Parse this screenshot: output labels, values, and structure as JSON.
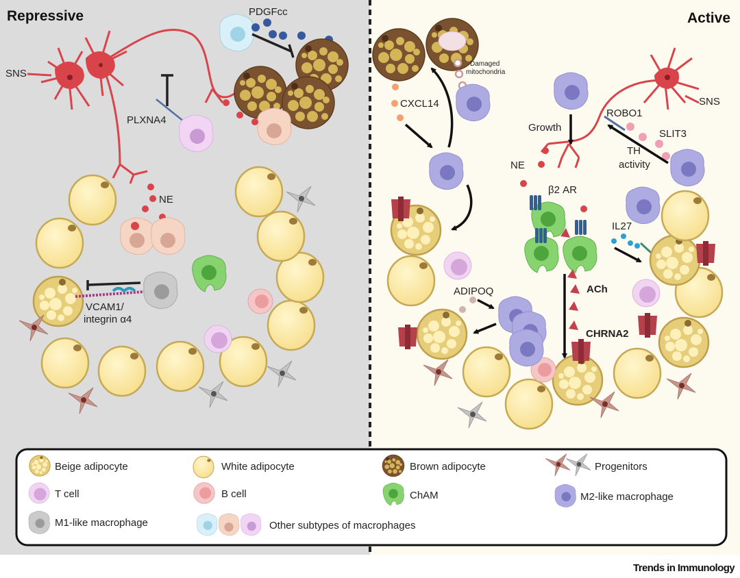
{
  "panels": {
    "left": {
      "title": "Repressive",
      "background": "#dcdcdc"
    },
    "right": {
      "title": "Active",
      "background": "#fdfaef"
    }
  },
  "left_labels": {
    "sns": "SNS",
    "pdgfcc": "PDGFcc",
    "plxna4": "PLXNA4",
    "ne": "NE",
    "vcam1_line1": "VCAM1/",
    "vcam1_line2": "integrin α4"
  },
  "right_labels": {
    "damaged_line1": "Damaged",
    "damaged_line2": "mitochondria",
    "cxcl14": "CXCL14",
    "growth": "Growth",
    "robo1": "ROBO1",
    "sns": "SNS",
    "slit3": "SLIT3",
    "th_line1": "TH",
    "th_line2": "activity",
    "ne": "NE",
    "b2ar": "β2 AR",
    "il27": "IL27",
    "ach": "ACh",
    "adipoq": "ADIPOQ",
    "chrna2": "CHRNA2"
  },
  "legend": {
    "items": [
      {
        "key": "beige",
        "label": "Beige adipocyte"
      },
      {
        "key": "white",
        "label": "White adipocyte"
      },
      {
        "key": "brown",
        "label": "Brown adipocyte"
      },
      {
        "key": "progenitors",
        "label": "Progenitors"
      },
      {
        "key": "tcell",
        "label": "T cell"
      },
      {
        "key": "bcell",
        "label": "B cell"
      },
      {
        "key": "cham",
        "label": "ChAM"
      },
      {
        "key": "m2",
        "label": "M2-like macrophage"
      },
      {
        "key": "m1",
        "label": "M1-like macrophage"
      },
      {
        "key": "other",
        "label": "Other subtypes of macrophages"
      }
    ]
  },
  "colors": {
    "neuron": "#d9434a",
    "white_adipocyte": "#fbe8a6",
    "adipocyte_border": "#c9ad5b",
    "brown_adipocyte": "#7a5230",
    "lipid": "#d6b95a",
    "m2_macrophage": "#a9a7e0",
    "m1_macrophage": "#c4c4c4",
    "cham": "#86d36f",
    "tcell": "#ecc7ee",
    "bcell": "#f1b4b4",
    "other_macrophage_blue": "#d5eef7",
    "other_macrophage_peach": "#f5cfbd",
    "receptor_blue": "#2f5f9a",
    "channel_red": "#b5414b"
  },
  "credit": "Trends in Immunology"
}
